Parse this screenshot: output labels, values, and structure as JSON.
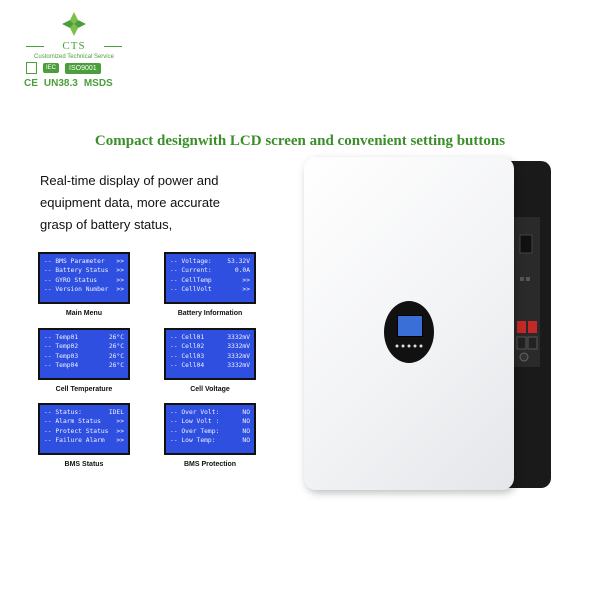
{
  "branding": {
    "brand": "CTS",
    "tagline": "Customized Technical Service",
    "cert_top": [
      "IEC",
      "ISO9001"
    ],
    "cert_bottom": [
      "CE",
      "UN38.3",
      "MSDS"
    ]
  },
  "headline": "Compact designwith LCD screen and convenient setting buttons",
  "description": {
    "lines": [
      "Real-time display of power and",
      "equipment data, more accurate",
      "grasp of battery status,"
    ]
  },
  "screens": [
    {
      "title": "Main Menu",
      "rows": [
        [
          "-- BMS Parameter",
          ">>"
        ],
        [
          "-- Battery Status",
          ">>"
        ],
        [
          "-- GYRO Status",
          ">>"
        ],
        [
          "-- Version Number",
          ">>"
        ]
      ]
    },
    {
      "title": "Battery Information",
      "rows": [
        [
          "-- Voltage:",
          "53.32V"
        ],
        [
          "-- Current:",
          "0.0A"
        ],
        [
          "-- CellTemp",
          ">>"
        ],
        [
          "-- CellVolt",
          ">>"
        ]
      ]
    },
    {
      "title": "Cell Temperature",
      "rows": [
        [
          "-- Temp01",
          "26°C"
        ],
        [
          "-- Temp02",
          "26°C"
        ],
        [
          "-- Temp03",
          "26°C"
        ],
        [
          "-- Temp04",
          "26°C"
        ]
      ]
    },
    {
      "title": "Cell Voltage",
      "rows": [
        [
          "-- Cell01",
          "3332mV"
        ],
        [
          "-- Cell02",
          "3332mV"
        ],
        [
          "-- Cell03",
          "3332mV"
        ],
        [
          "-- Cell04",
          "3332mV"
        ]
      ]
    },
    {
      "title": "BMS Status",
      "rows": [
        [
          "-- Status:",
          "IDEL"
        ],
        [
          "-- Alarm Status",
          ">>"
        ],
        [
          "-- Protect Status",
          ">>"
        ],
        [
          "-- Failure Alarm",
          ">>"
        ]
      ]
    },
    {
      "title": "BMS Protection",
      "rows": [
        [
          "-- Over Volt:",
          "NO"
        ],
        [
          "-- Low Volt :",
          "NO"
        ],
        [
          "-- Over Temp:",
          "NO"
        ],
        [
          "-- Low Temp:",
          "NO"
        ]
      ]
    }
  ],
  "colors": {
    "accent_green": "#3a8f2a",
    "lcd_blue": "#2f4fe0"
  }
}
